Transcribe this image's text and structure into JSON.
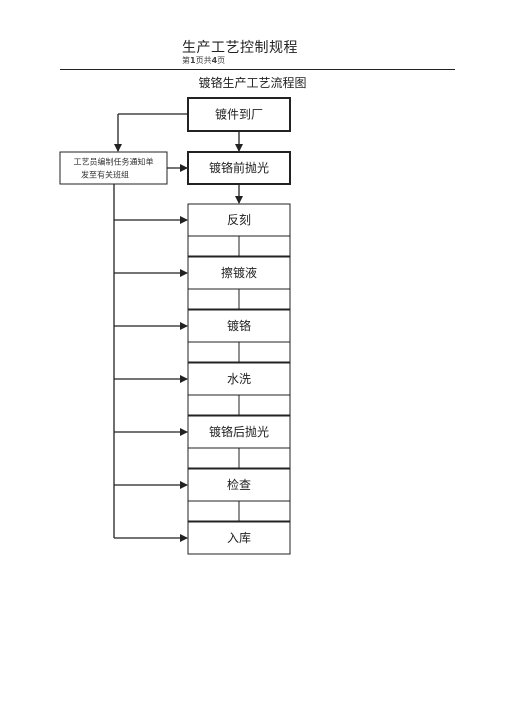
{
  "header": {
    "title": "生产工艺控制规程",
    "page_prefix": "第",
    "page_current": "1",
    "page_mid": "页共",
    "page_total": "4",
    "page_suffix": "页"
  },
  "flowchart": {
    "title": "镀铬生产工艺流程图",
    "start": "镀件到厂",
    "note": [
      "工艺员编制任务通知单",
      "发至有关班组"
    ],
    "polish": "镀铬前抛光",
    "steps": [
      "反刻",
      "擦镀液",
      "镀铬",
      "水洗",
      "镀铬后抛光",
      "检查",
      "入库"
    ]
  },
  "colors": {
    "line": "#222222",
    "text": "#222222"
  }
}
